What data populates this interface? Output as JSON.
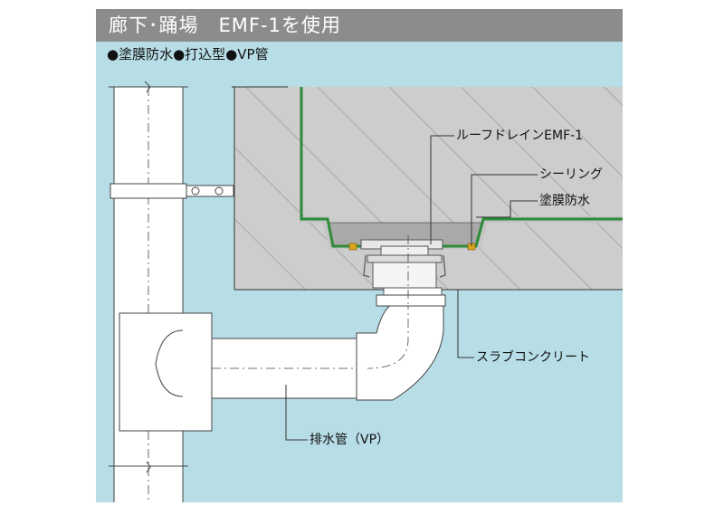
{
  "title": "廊下･踊場　EMF-1を使用",
  "subtitle": "●塗膜防水●打込型●VP管",
  "labels": {
    "roof_drain": "ルーフドレインEMF-1",
    "sealing": "シーリング",
    "waterproof_membrane": "塗膜防水",
    "slab_concrete": "スラブコンクリート",
    "drain_pipe": "排水管（VP）"
  },
  "colors": {
    "background": "#b7dde6",
    "header": "#8c8c8c",
    "concrete": "#cdcdcd",
    "membrane": "#2e8b3a",
    "sealant": "#d9a520",
    "pipe": "#ffffff"
  }
}
